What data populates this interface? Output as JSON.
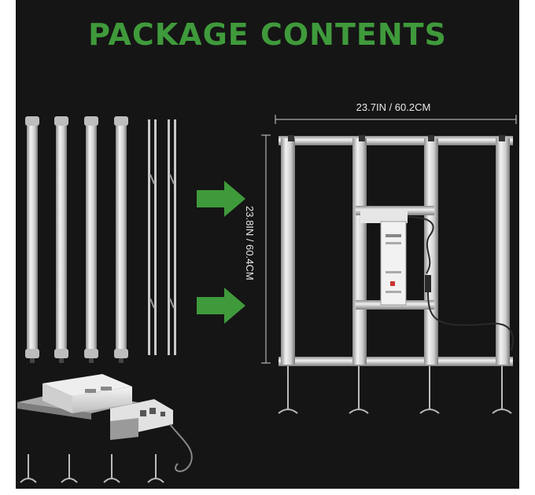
{
  "title": "PACKAGE CONTENTS",
  "dimensions": {
    "width": "23.7IN / 60.2CM",
    "height": "23.8IN / 60.4CM"
  },
  "colors": {
    "background": "#151515",
    "title": "#3f9a3b",
    "arrow": "#3f9a3b",
    "bar": "#d9d9d9",
    "dim_line": "#cfcfcf"
  },
  "icons": {
    "arrow": "green-right-arrow"
  }
}
